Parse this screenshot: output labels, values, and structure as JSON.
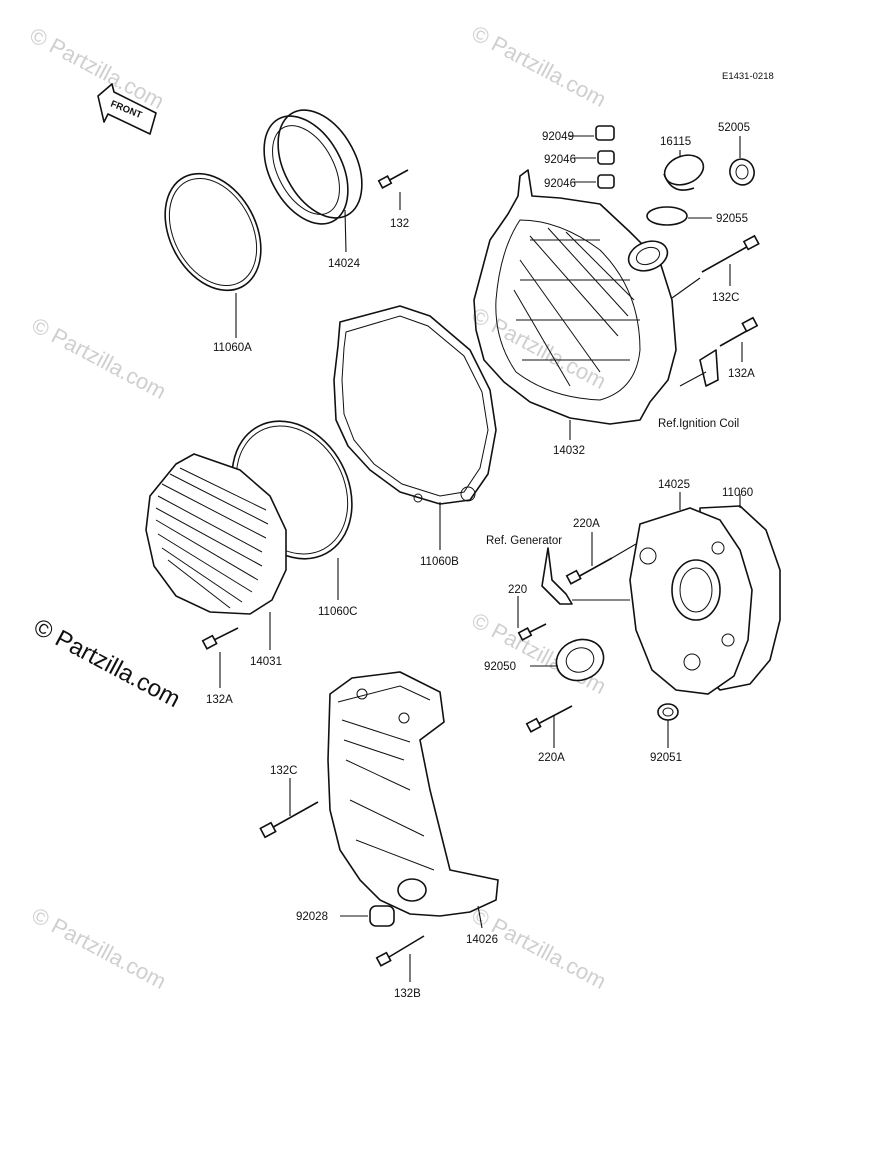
{
  "diagram_code": "E1431-0218",
  "front_label": "FRONT",
  "watermark_text": "© Partzilla.com",
  "copyright_text": "© Partzilla.com",
  "part_labels": {
    "p92049": "92049",
    "p92046a": "92046",
    "p92046b": "92046",
    "p16115": "16115",
    "p52005": "52005",
    "p92055": "92055",
    "p132": "132",
    "p14024": "14024",
    "p11060A": "11060A",
    "p132C_top": "132C",
    "p132A_right": "132A",
    "ref_ignition": "Ref.Ignition Coil",
    "p14032": "14032",
    "p14025": "14025",
    "p11060": "11060",
    "p220A_top": "220A",
    "ref_generator": "Ref. Generator",
    "p220": "220",
    "p92050": "92050",
    "p220A_bottom": "220A",
    "p92051": "92051",
    "p11060B": "11060B",
    "p11060C": "11060C",
    "p14031": "14031",
    "p132A_left": "132A",
    "p132C_bottom": "132C",
    "p92028": "92028",
    "p14026": "14026",
    "p132B": "132B"
  }
}
